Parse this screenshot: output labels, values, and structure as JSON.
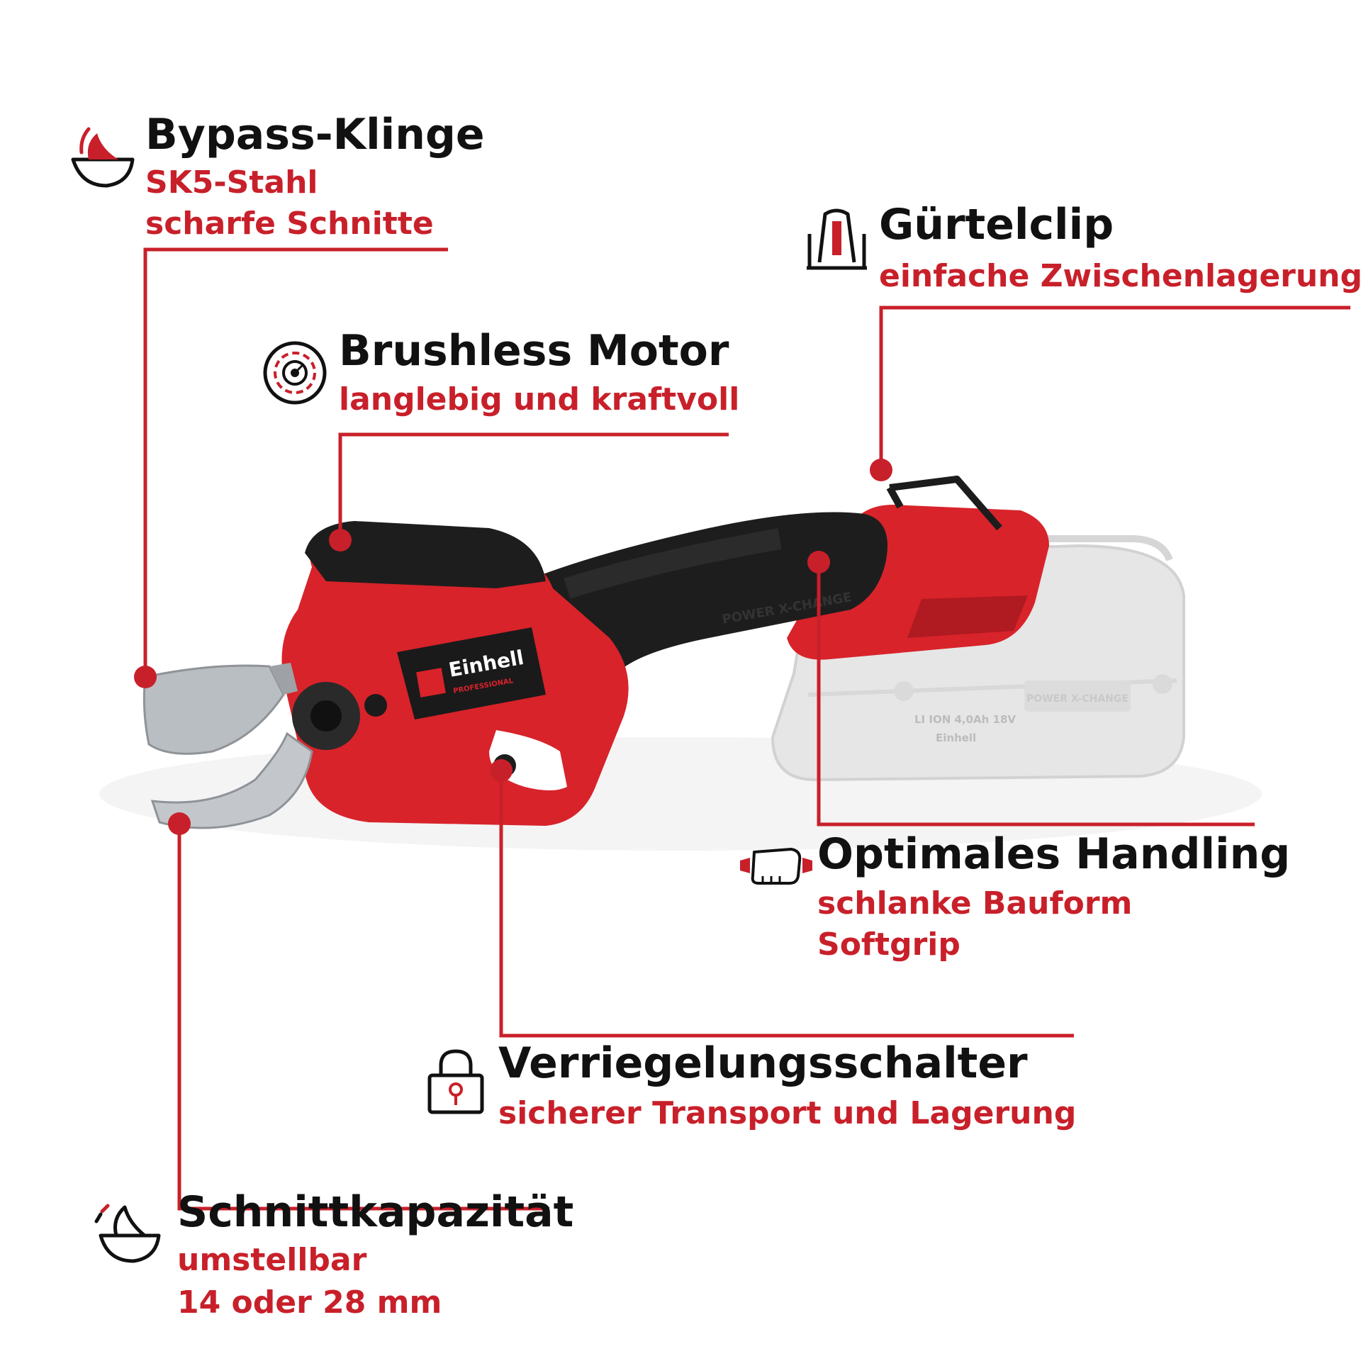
{
  "colors": {
    "accent": "#c8202a",
    "text": "#111111",
    "background": "#ffffff"
  },
  "product": {
    "brand_logo": "Einhell",
    "brand_sub": "PROFESSIONAL",
    "body_text": "POWER X-CHANGE",
    "battery_label": "LI ION 4,0Ah 18V",
    "battery_brand": "Einhell",
    "battery_badge": "POWER X-CHANGE"
  },
  "features": {
    "bypass": {
      "icon": "blade-icon",
      "title": "Bypass-Klinge",
      "lines": [
        "SK5-Stahl",
        "scharfe Schnitte"
      ]
    },
    "clip": {
      "icon": "belt-clip-icon",
      "title": "Gürtelclip",
      "lines": [
        "einfache Zwischenlagerung"
      ]
    },
    "motor": {
      "icon": "brushless-motor-icon",
      "title": "Brushless Motor",
      "lines": [
        "langlebig und kraftvoll"
      ]
    },
    "handling": {
      "icon": "hand-grip-icon",
      "title": "Optimales Handling",
      "lines": [
        "schlanke Bauform",
        "Softgrip"
      ]
    },
    "lock": {
      "icon": "padlock-icon",
      "title": "Verriegelungsschalter",
      "lines": [
        "sicherer Transport und Lagerung"
      ]
    },
    "capacity": {
      "icon": "cut-capacity-icon",
      "title": "Schnittkapazität",
      "lines": [
        "umstellbar",
        "14 oder 28 mm"
      ]
    }
  }
}
